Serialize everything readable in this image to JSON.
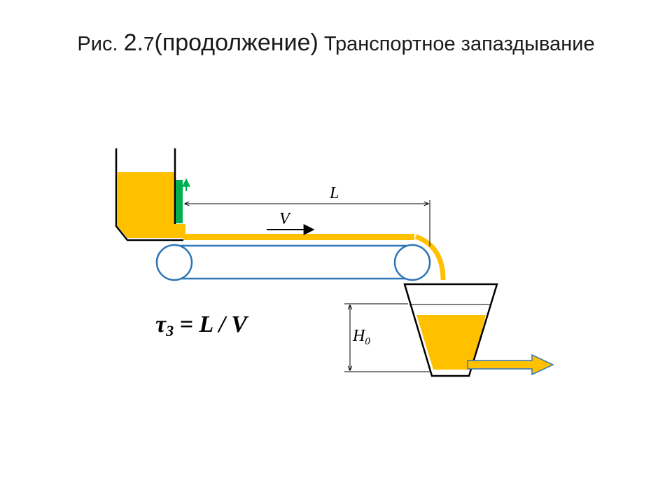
{
  "title": {
    "part1": "Рис. ",
    "part2": "2.",
    "part3": "7",
    "part4": "(продолжение)",
    "part5": " Транспортное запаздывание"
  },
  "labels": {
    "length": "L",
    "velocity": "V",
    "level": "H",
    "level_sub": "0"
  },
  "formula": {
    "tau": "τ",
    "tau_sub": "3",
    "rhs": " = L / V"
  },
  "colors": {
    "material": "#FFC000",
    "belt": "#2E75B6",
    "gate": "#00B050",
    "outline": "#000000"
  }
}
